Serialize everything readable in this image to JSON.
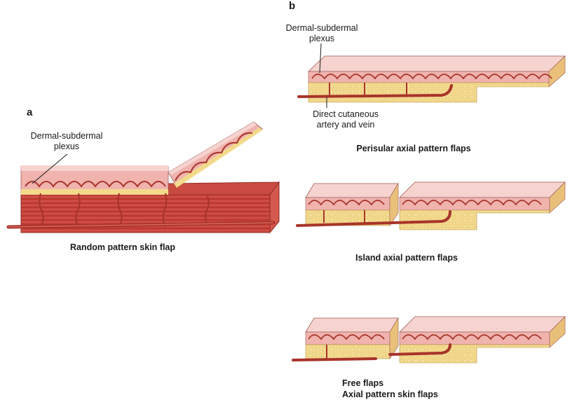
{
  "panel_a": {
    "letter": "a",
    "plexus_label_line1": "Dermal-subdermal",
    "plexus_label_line2": "plexus",
    "caption": "Random pattern skin flap"
  },
  "panel_b": {
    "letter": "b",
    "plexus_label_line1": "Dermal-subdermal",
    "plexus_label_line2": "plexus",
    "artery_label_line1": "Direct cutaneous",
    "artery_label_line2": "artery and vein",
    "caption_1": "Perisular axial pattern flaps",
    "caption_2": "Island axial pattern flaps",
    "caption_3_line1": "Free flaps",
    "caption_3_line2": "Axial pattern skin flaps"
  },
  "colors": {
    "epidermis": "#f6d3cf",
    "dermis": "#f0b3ae",
    "fat": "#f3d98c",
    "muscle": "#c9433a",
    "vessel": "#a8342a"
  }
}
